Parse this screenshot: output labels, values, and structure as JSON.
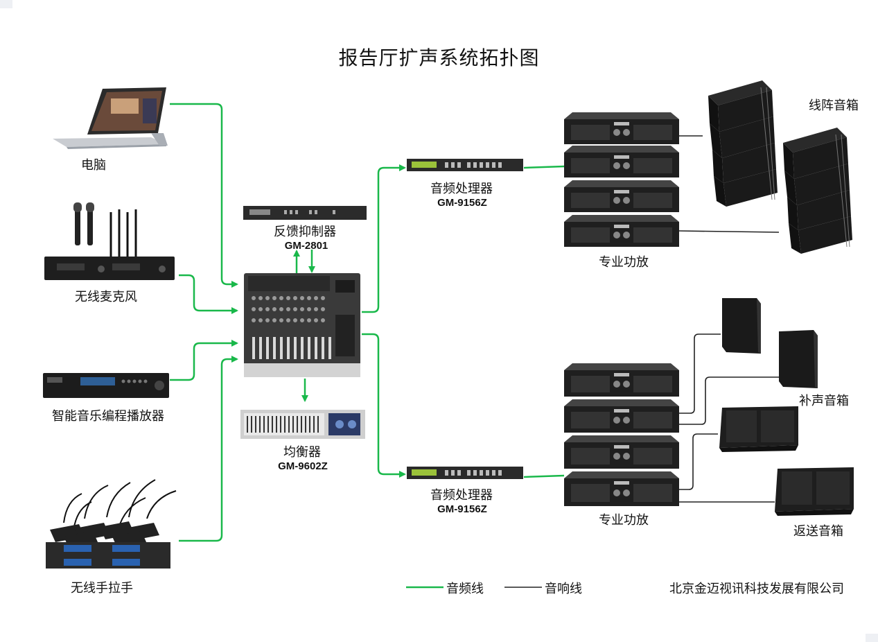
{
  "title": "报告厅扩声系统拓扑图",
  "colors": {
    "audio_line": "#19b84a",
    "speaker_line": "#222222"
  },
  "devices": {
    "computer": {
      "label": "电脑",
      "icon": "laptop-icon"
    },
    "wireless_mic": {
      "label": "无线麦克风",
      "icon": "wireless-mic-receiver-icon"
    },
    "music_player": {
      "label": "智能音乐编程播放器",
      "icon": "music-player-rack-icon"
    },
    "conference_mic": {
      "label": "无线手拉手",
      "icon": "conference-mic-icon"
    },
    "feedback_suppressor": {
      "label": "反馈抑制器",
      "model": "GM-2801",
      "icon": "rack-unit-icon"
    },
    "mixer": {
      "icon": "mixer-console-icon"
    },
    "equalizer": {
      "label": "均衡器",
      "model": "GM-9602Z",
      "icon": "equalizer-icon"
    },
    "processor_top": {
      "label": "音频处理器",
      "model": "GM-9156Z",
      "icon": "processor-icon"
    },
    "processor_bottom": {
      "label": "音频处理器",
      "model": "GM-9156Z",
      "icon": "processor-icon"
    },
    "amp_top": {
      "label": "专业功放",
      "icon": "power-amplifier-icon"
    },
    "amp_bottom": {
      "label": "专业功放",
      "icon": "power-amplifier-icon"
    },
    "line_array": {
      "label": "线阵音箱",
      "icon": "line-array-speaker-icon"
    },
    "fill_speaker": {
      "label": "补声音箱",
      "icon": "fill-speaker-icon"
    },
    "monitor_speaker": {
      "label": "返送音箱",
      "icon": "monitor-speaker-icon"
    }
  },
  "legend": {
    "audio_line": "音频线",
    "speaker_line": "音响线"
  },
  "company": "北京金迈视讯科技发展有限公司"
}
